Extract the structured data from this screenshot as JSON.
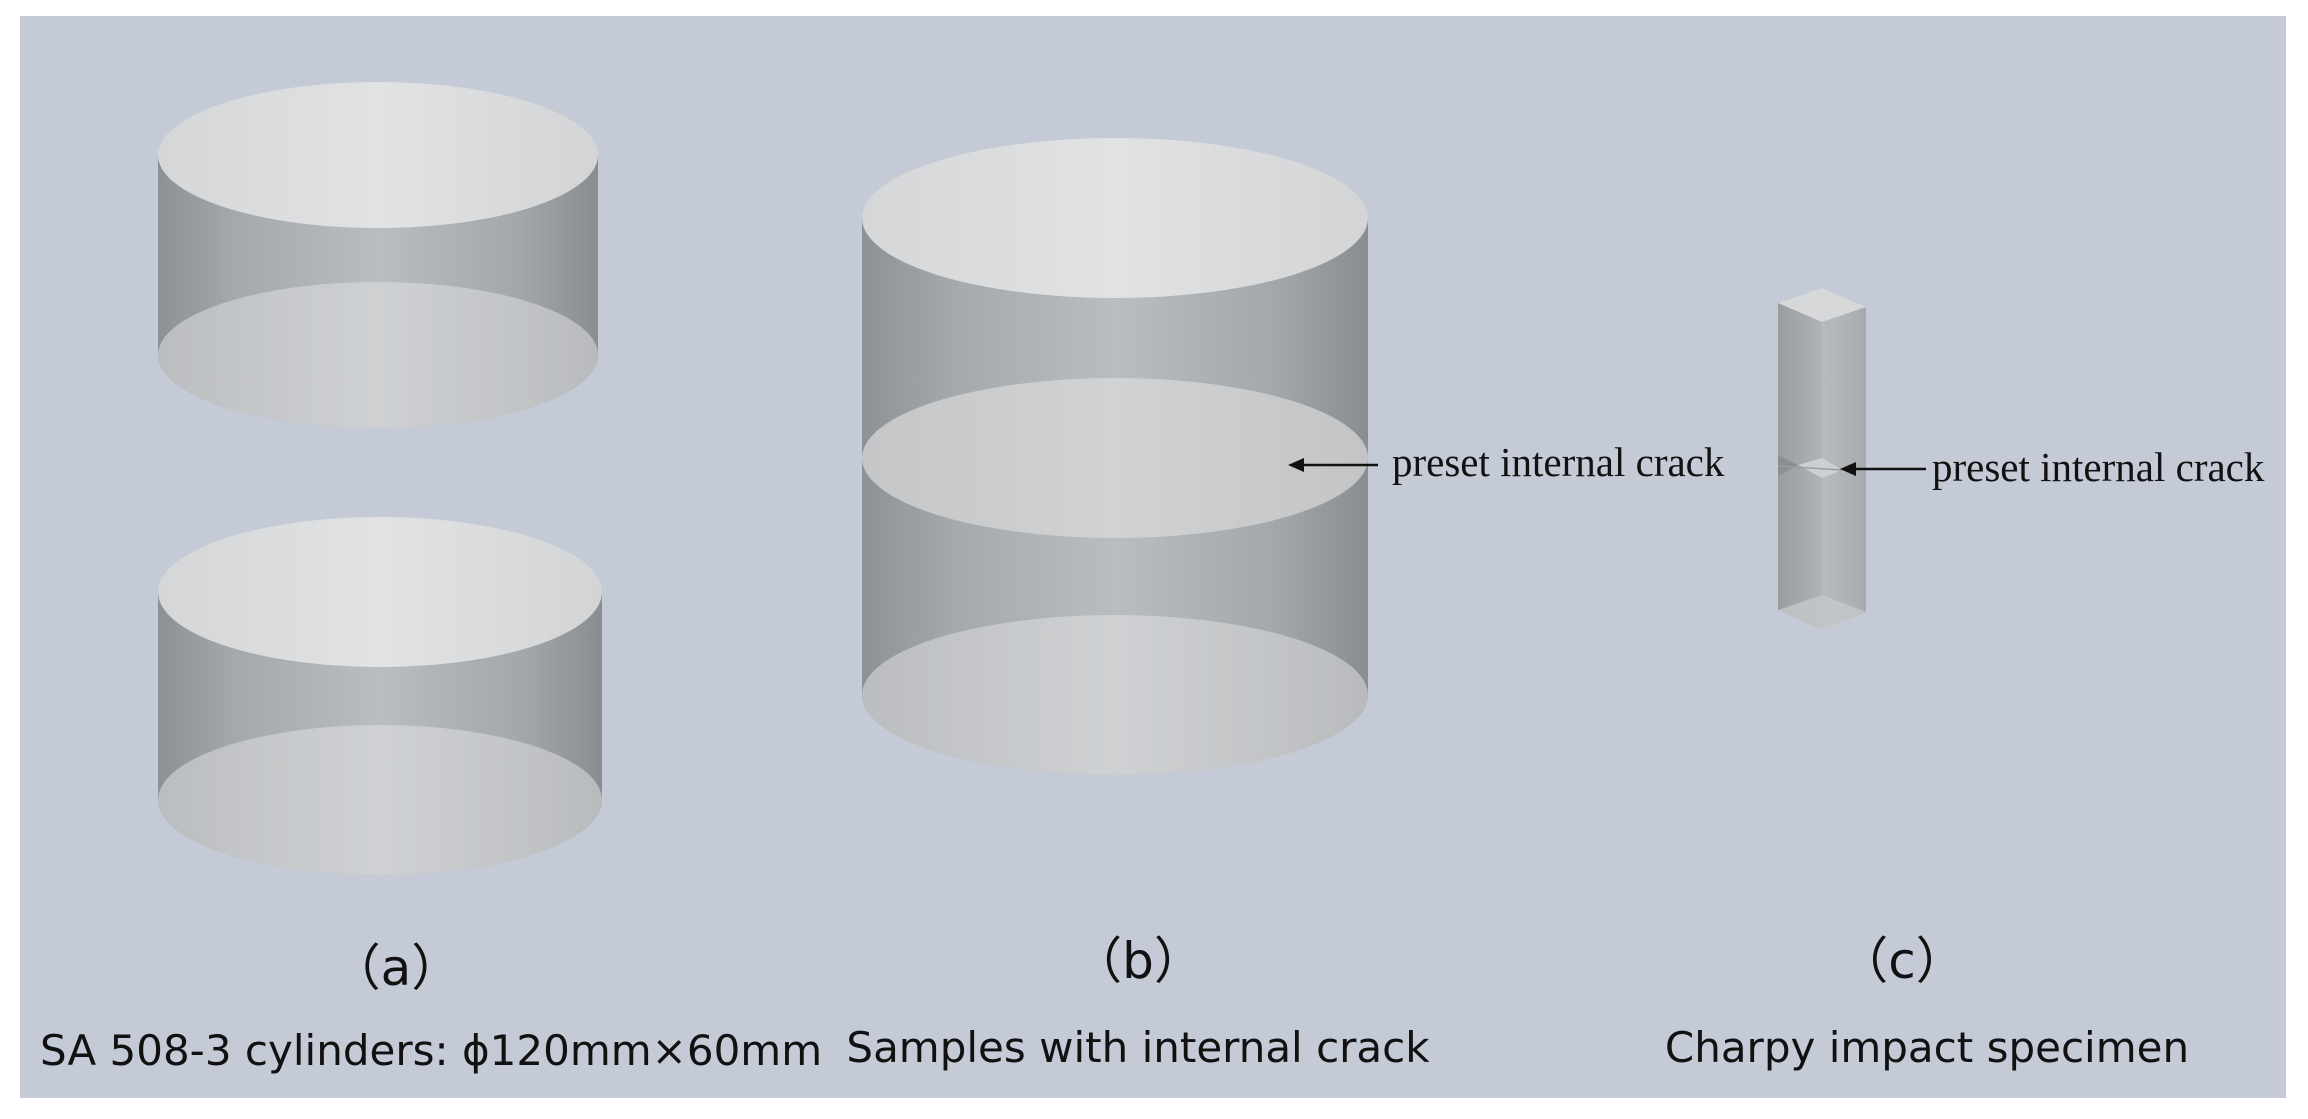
{
  "figure": {
    "background_color": "#c4cad6",
    "panels": [
      {
        "letter": "（a）",
        "description": "SA 508-3 cylinders:  ϕ120mm×60mm"
      },
      {
        "letter": "（b）",
        "description": "Samples with internal crack",
        "annotation": "preset internal crack"
      },
      {
        "letter": "（c）",
        "description": "Charpy impact specimen",
        "annotation": "preset internal crack"
      }
    ]
  }
}
